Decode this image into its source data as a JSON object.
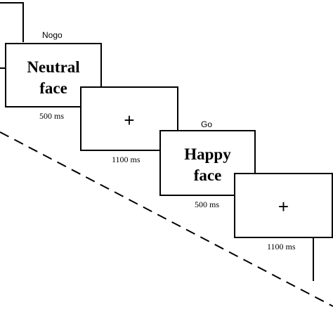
{
  "trials": [
    {
      "condition": "Nogo",
      "stimulus": {
        "line1": "Neutral",
        "line2": "face",
        "duration": "500 ms"
      },
      "fixation": {
        "symbol": "+",
        "duration": "1100 ms"
      }
    },
    {
      "condition": "Go",
      "stimulus": {
        "line1": "Happy",
        "line2": "face",
        "duration": "500 ms"
      },
      "fixation": {
        "symbol": "+",
        "duration": "1100 ms"
      }
    }
  ]
}
